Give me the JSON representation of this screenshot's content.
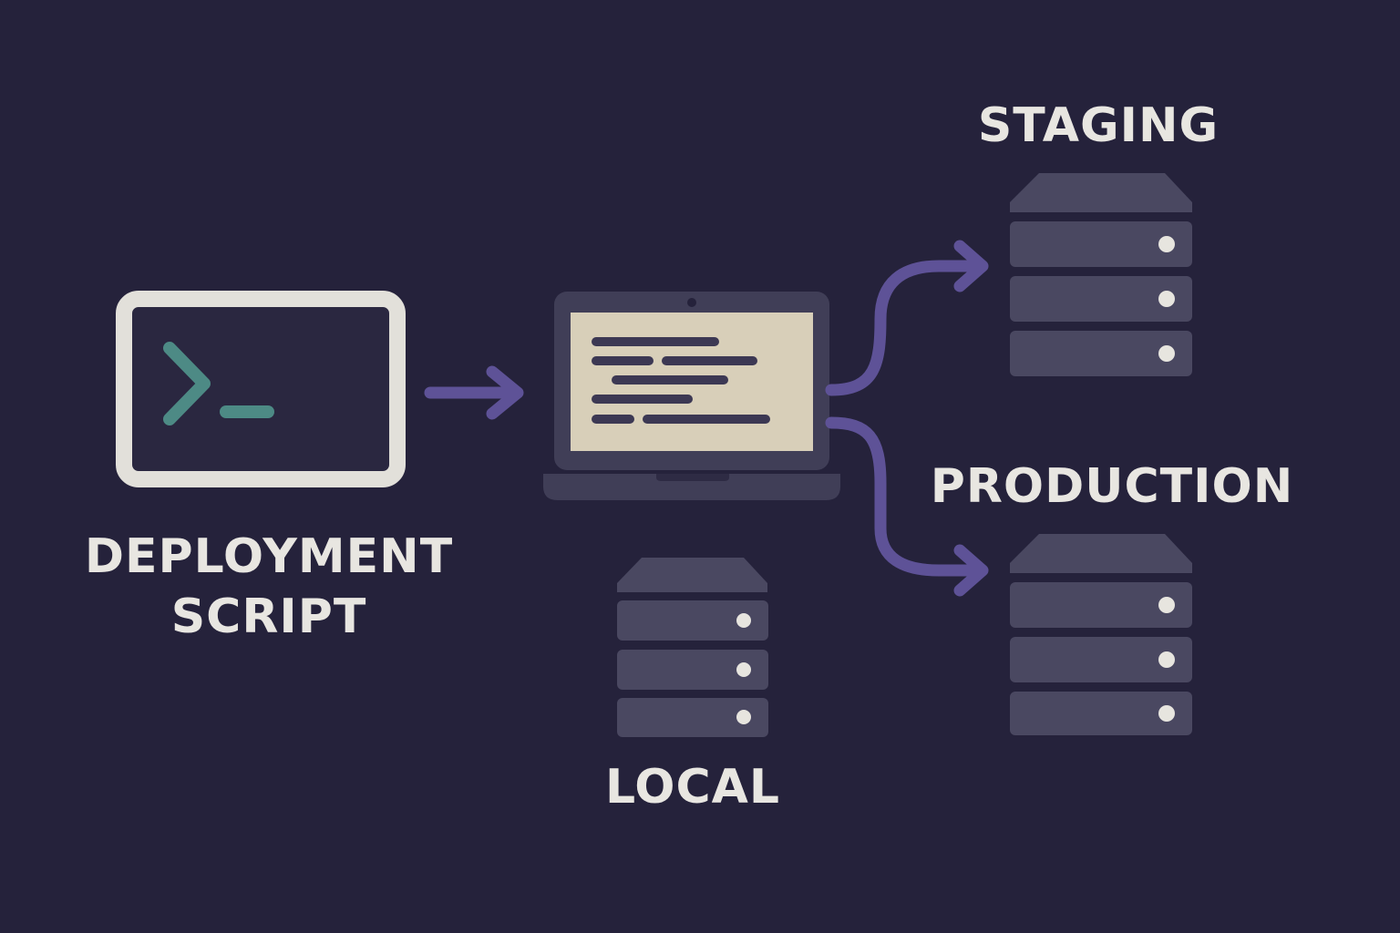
{
  "nodes": {
    "deployment_script": {
      "line1": "DEPLOYMENT",
      "line2": "SCRIPT",
      "icon": "terminal-icon"
    },
    "developer_laptop": {
      "icon": "laptop-icon"
    },
    "local": {
      "label": "LOCAL",
      "icon": "server-icon"
    },
    "staging": {
      "label": "STAGING",
      "icon": "server-icon"
    },
    "production": {
      "label": "PRODUCTION",
      "icon": "server-icon"
    }
  },
  "edges": [
    {
      "from": "deployment_script",
      "to": "developer_laptop"
    },
    {
      "from": "developer_laptop",
      "to": "staging"
    },
    {
      "from": "developer_laptop",
      "to": "production"
    }
  ],
  "colors": {
    "background": "#25223b",
    "arrow": "#5e5297",
    "server": "#4a4861",
    "laptop_body": "#403e57",
    "laptop_screen": "#d8cfb9",
    "code_line": "#3c3853",
    "terminal_frame": "#e2e0da",
    "terminal_prompt": "#4d8a85",
    "text": "#e8e6e1",
    "server_led": "#e7e5df"
  }
}
